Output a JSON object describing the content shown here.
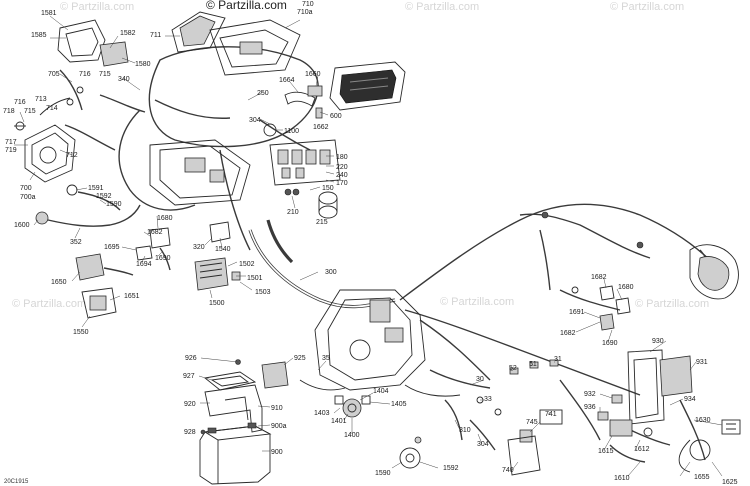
{
  "watermark": {
    "top": "© Partzilla.com",
    "repeat": "© Partzilla.com"
  },
  "diagram_code": "20C1915",
  "labels": {
    "l1581": "1581",
    "l1585": "1585",
    "l1582": "1582",
    "l1580": "1580",
    "l711": "711",
    "l710": "710",
    "l710a": "710a",
    "l705": "705",
    "l716a": "716",
    "l715a": "715",
    "l340": "340",
    "l718": "718",
    "l716b": "716",
    "l715b": "715",
    "l713": "713",
    "l714": "714",
    "l717": "717",
    "l719": "719",
    "l712": "712",
    "l700": "700",
    "l700a": "700a",
    "l1664": "1664",
    "l1660": "1660",
    "l250": "250",
    "l600": "600",
    "l304a": "304",
    "l1662": "1662",
    "l1100": "1100",
    "l180": "180",
    "l220": "220",
    "l240": "240",
    "l170": "170",
    "l150": "150",
    "l210": "210",
    "l215": "215",
    "l1591": "1591",
    "l1592a": "1592",
    "l1590a": "1590",
    "l1600": "1600",
    "l352": "352",
    "l1680a": "1680",
    "l1682a": "1682",
    "l1695": "1695",
    "l1694": "1694",
    "l1690a": "1690",
    "l320": "320",
    "l1540": "1540",
    "l1502": "1502",
    "l1501": "1501",
    "l1503": "1503",
    "l1500": "1500",
    "l300": "300",
    "l1650": "1650",
    "l1651": "1651",
    "l1550": "1550",
    "l1682b": "1682",
    "l1680b": "1680",
    "l1691": "1691",
    "l1682c": "1682",
    "l1690b": "1690",
    "l926": "926",
    "l927": "927",
    "l925": "925",
    "l920": "920",
    "l910": "910",
    "l900a": "900a",
    "l928": "928",
    "l900": "900",
    "l35": "35",
    "l52": "52",
    "l51": "51",
    "l31": "31",
    "l30": "30",
    "l1404": "1404",
    "l1403": "1403",
    "l1401": "1401",
    "l1405": "1405",
    "l1400": "1400",
    "l33": "33",
    "l741": "741",
    "l745": "745",
    "l310": "310",
    "l304b": "304",
    "l740": "740",
    "l930": "930",
    "l931": "931",
    "l932": "932",
    "l936": "936",
    "l934": "934",
    "l1630": "1630",
    "l1615": "1615",
    "l1612": "1612",
    "l1610": "1610",
    "l1655": "1655",
    "l1625": "1625",
    "l1590b": "1590",
    "l1592b": "1592"
  },
  "icons": {
    "display": "instrument-cluster-icon",
    "battery": "battery-icon",
    "frame": "frame-icon"
  }
}
